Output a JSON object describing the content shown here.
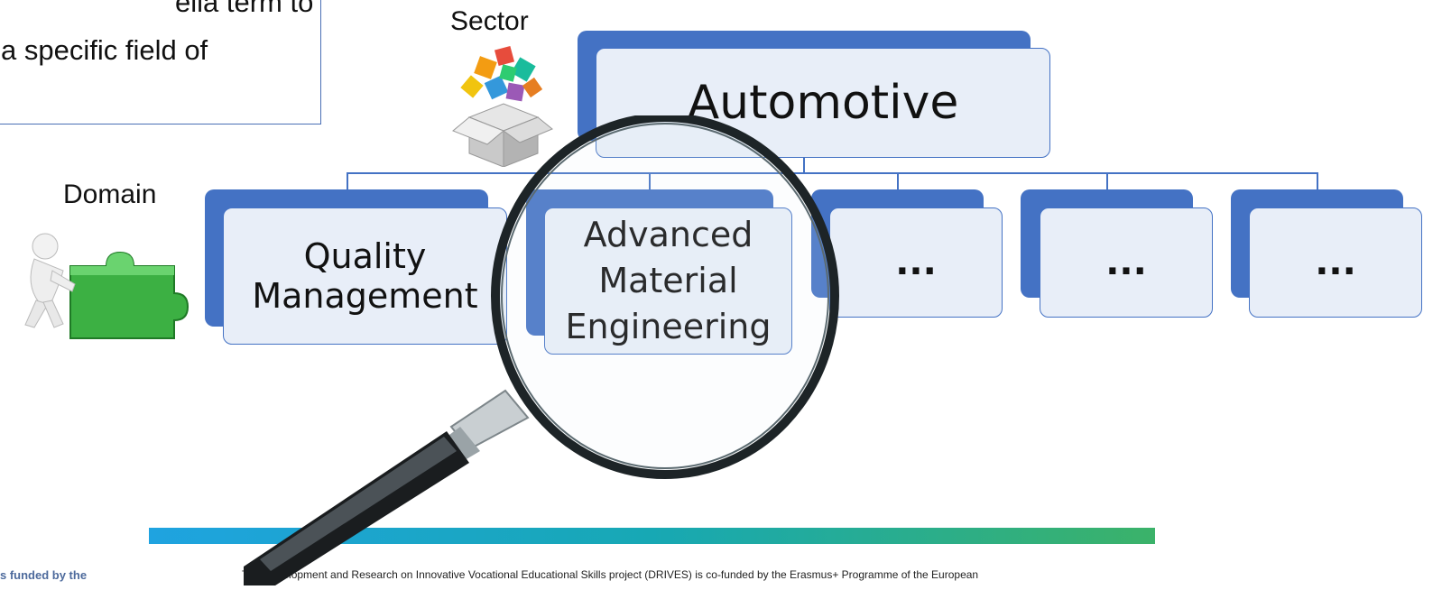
{
  "definition": {
    "lines": [
      "ella term to",
      "a specific field of"
    ]
  },
  "labels": {
    "sector": "Sector",
    "domain": "Domain"
  },
  "hierarchy": {
    "root": {
      "label": "Automotive"
    },
    "children": [
      {
        "label": "Quality\nManagement"
      },
      {
        "label": "Advanced\nMaterial\nEngineering"
      },
      {
        "label": "..."
      },
      {
        "label": "..."
      },
      {
        "label": "..."
      }
    ]
  },
  "icons": {
    "sector": "puzzle-box-icon",
    "domain": "puzzle-figure-icon",
    "magnifier": "magnifying-glass-icon"
  },
  "colors": {
    "box_fill": "#4472c4",
    "box_front": "#e8eef8",
    "footer_gradient": [
      "#1fa3e0",
      "#3bb269"
    ]
  },
  "footer": {
    "left_text": "s funded by the",
    "text": "The Development and Research on Innovative Vocational Educational Skills project (DRIVES) is co-funded by the Erasmus+ Programme of the European"
  }
}
